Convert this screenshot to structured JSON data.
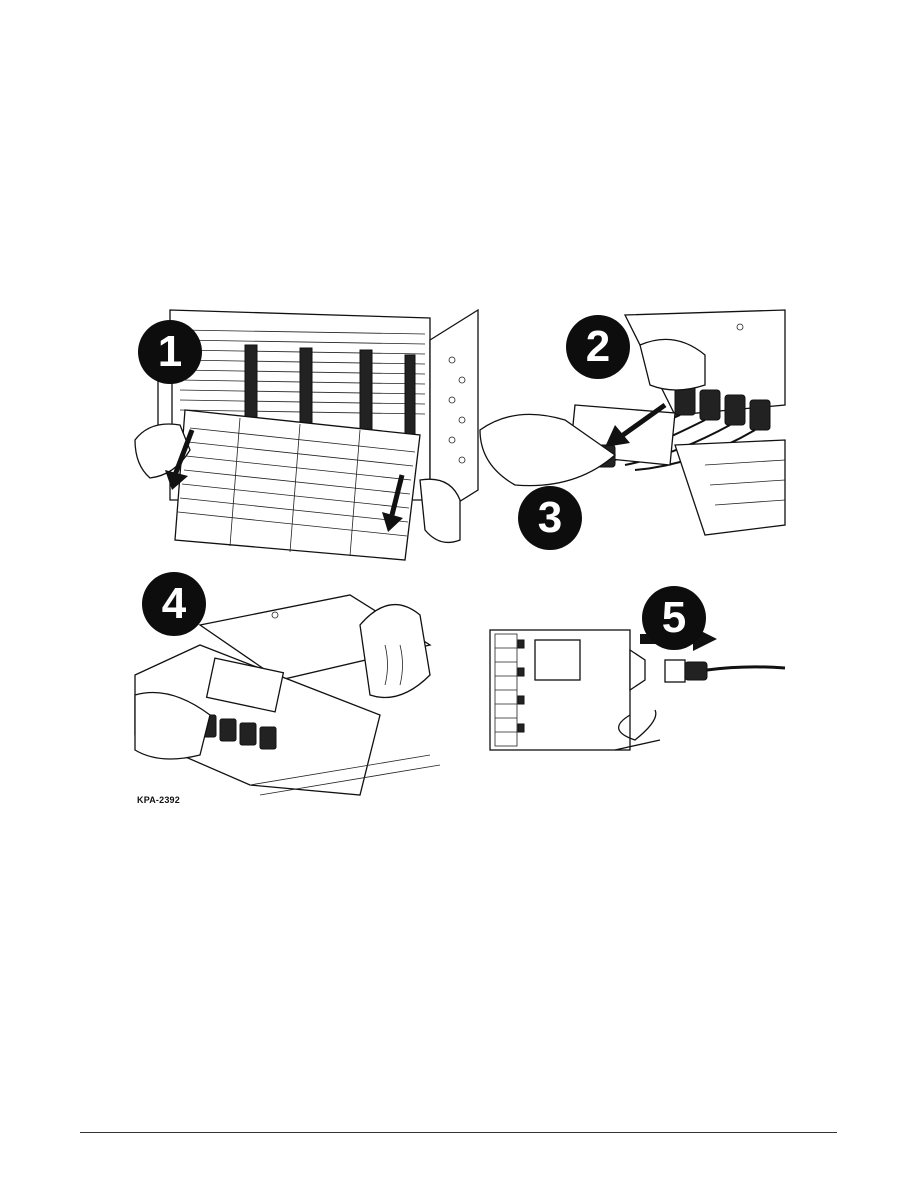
{
  "figure": {
    "steps": [
      {
        "number": "1"
      },
      {
        "number": "2"
      },
      {
        "number": "3"
      },
      {
        "number": "4"
      },
      {
        "number": "5"
      }
    ],
    "code": "KPA-2392"
  }
}
